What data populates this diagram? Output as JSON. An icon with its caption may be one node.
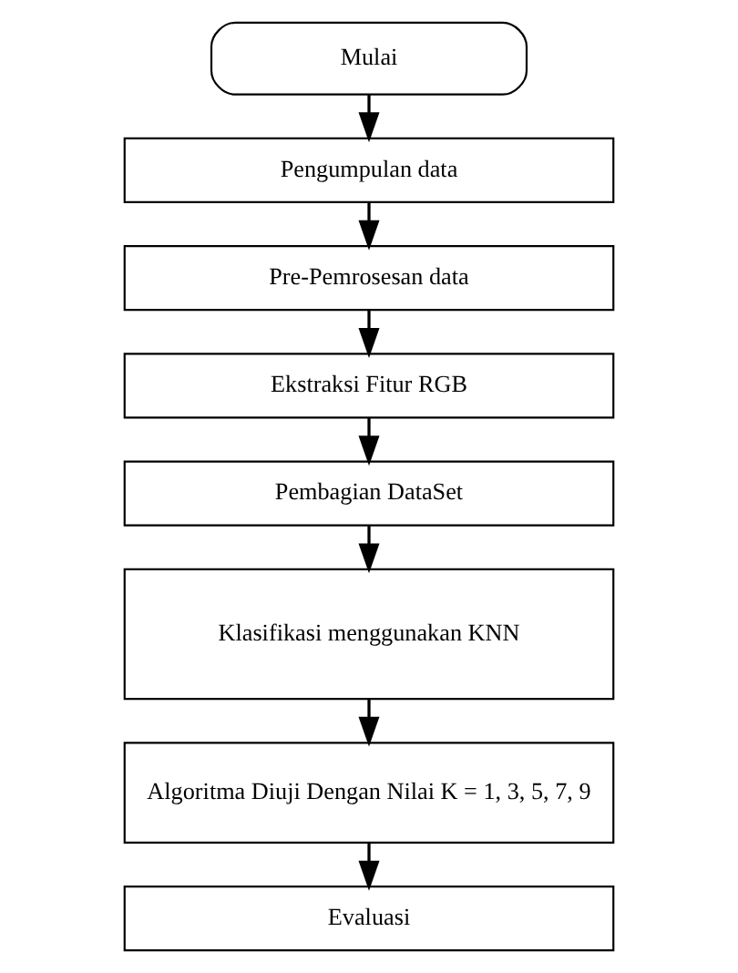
{
  "diagram": {
    "nodes": [
      {
        "text": [
          "Mulai"
        ]
      },
      {
        "text": [
          "Pengumpulan data"
        ]
      },
      {
        "text": [
          "Pre-Pemrosesan data"
        ]
      },
      {
        "text": [
          "Ekstraksi Fitur RGB"
        ]
      },
      {
        "text": [
          "Pembagian DataSet"
        ]
      },
      {
        "text": [
          "Klasifikasi menggunakan KNN"
        ]
      },
      {
        "text": [
          "Algoritma Diuji Dengan Nilai K = 1, 3, 5, 7, 9"
        ]
      },
      {
        "text": [
          "Evaluasi"
        ]
      }
    ],
    "edges": [
      {
        "from": 0,
        "to": 1,
        "arrow": "to"
      },
      {
        "from": 1,
        "to": 2,
        "arrow": "to"
      },
      {
        "from": 2,
        "to": 3,
        "arrow": "to"
      },
      {
        "from": 3,
        "to": 4,
        "arrow": "to"
      },
      {
        "from": 4,
        "to": 5,
        "arrow": "to"
      },
      {
        "from": 5,
        "to": 6,
        "arrow": "to"
      },
      {
        "from": 6,
        "to": 7,
        "arrow": "to"
      }
    ]
  }
}
